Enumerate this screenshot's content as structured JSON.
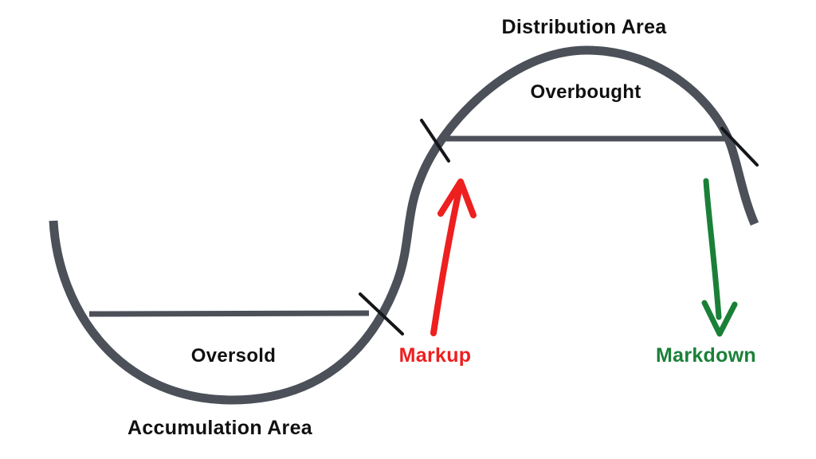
{
  "diagram": {
    "labels": {
      "distribution_area": "Distribution Area",
      "overbought": "Overbought",
      "oversold": "Oversold",
      "accumulation_area": "Accumulation Area",
      "markup": "Markup",
      "markdown": "Markdown"
    },
    "colors": {
      "curve": "#4b5059",
      "range_line": "#4b5059",
      "tick": "#14161a",
      "markup_arrow": "#ee1f1f",
      "markdown_arrow": "#1a8038",
      "label_text": "#101010",
      "background": "#ffffff"
    }
  }
}
